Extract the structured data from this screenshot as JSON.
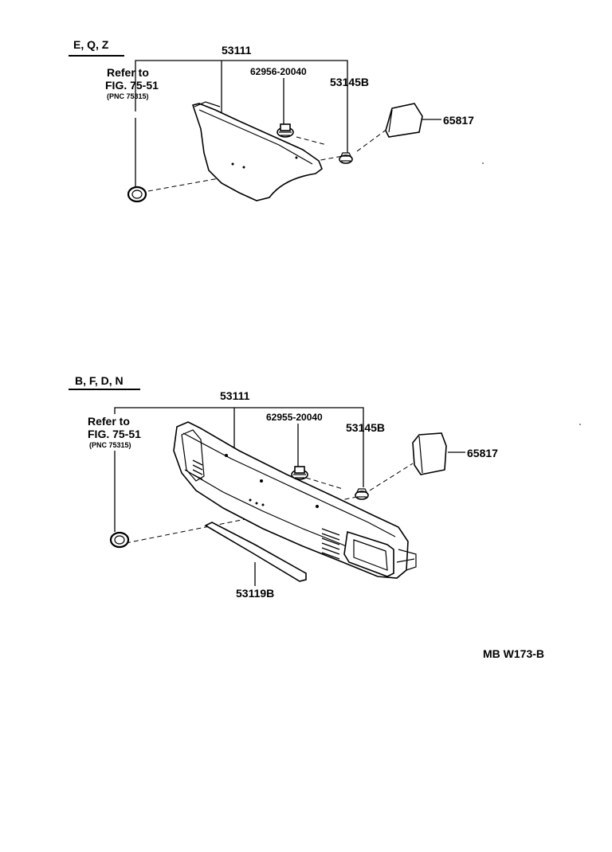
{
  "section_top": {
    "models": "E, Q, Z",
    "main_part": "53111",
    "refer_line1": "Refer to",
    "refer_line2": "FIG. 75-51",
    "refer_line3": "(PNC 75315)",
    "clip_part": "62956-20040",
    "retainer_part": "53145B",
    "cover_part": "65817"
  },
  "section_bottom": {
    "models": "B, F, D, N",
    "main_part": "53111",
    "refer_line1": "Refer to",
    "refer_line2": "FIG. 75-51",
    "refer_line3": "(PNC 75315)",
    "clip_part": "62955-20040",
    "retainer_part": "53145B",
    "cover_part": "65817",
    "molding_part": "53119B"
  },
  "figure_code": "MB W173-B"
}
